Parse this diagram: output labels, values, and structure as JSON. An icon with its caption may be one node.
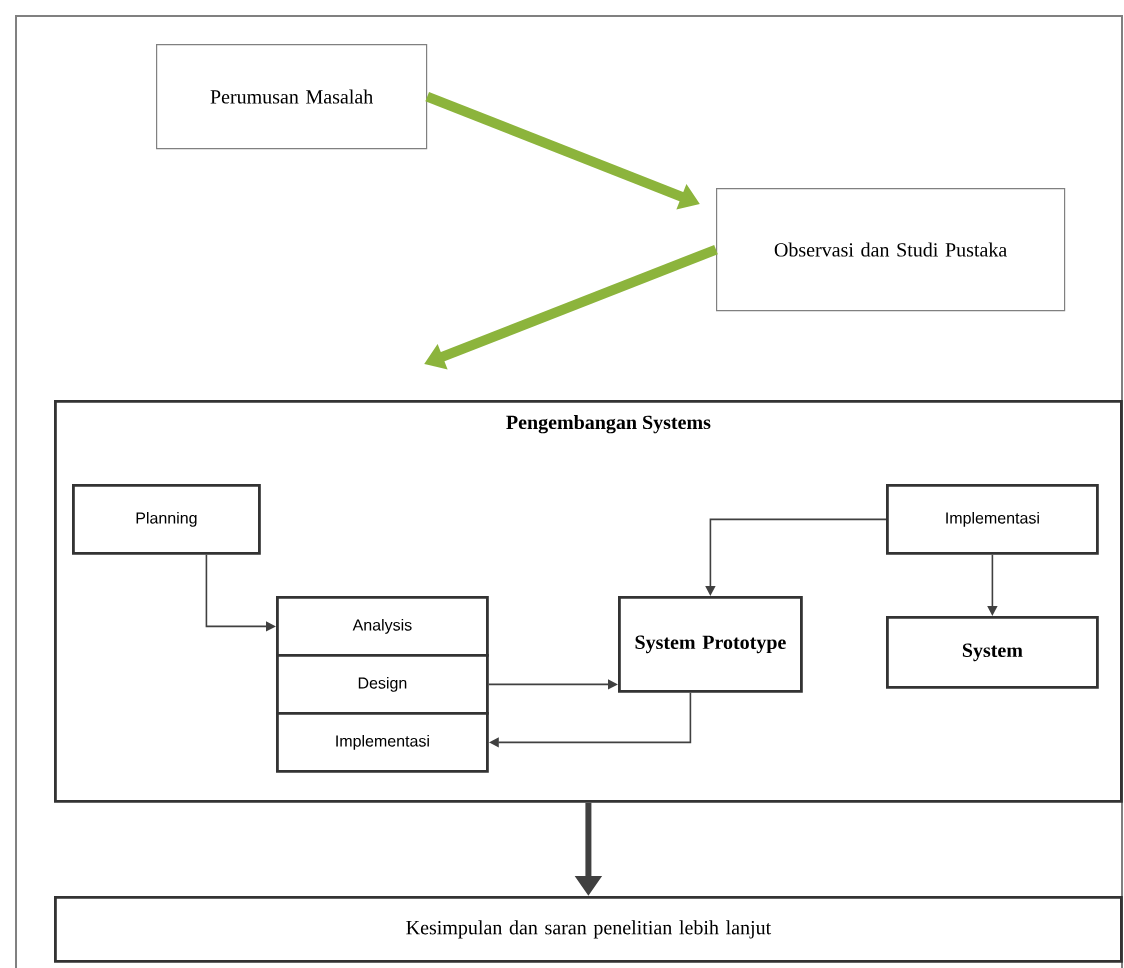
{
  "diagram": {
    "nodes": [
      {
        "text": [
          "Perumusan Masalah"
        ]
      },
      {
        "text": [
          "Observasi dan Studi Pustaka"
        ]
      },
      {
        "text": [
          "Pengembangan Systems"
        ]
      },
      {
        "text": [
          "Planning"
        ],
        "in": 2
      },
      {
        "text": [
          "Analysis"
        ],
        "in": 2
      },
      {
        "text": [
          "Design"
        ],
        "in": 2
      },
      {
        "text": [
          "Implementasi"
        ],
        "in": 2
      },
      {
        "text": [
          "System Prototype"
        ],
        "in": 2
      },
      {
        "text": [
          "Implementasi"
        ],
        "in": 2
      },
      {
        "text": [
          "System"
        ],
        "in": 2
      },
      {
        "text": [
          "Kesimpulan dan saran penelitian lebih lanjut"
        ]
      }
    ],
    "edges": [
      {
        "from": 0,
        "to": 1,
        "arrow": "to",
        "style": "thick",
        "color": "#8cb43c"
      },
      {
        "from": 1,
        "to": 2,
        "arrow": "to",
        "style": "thick",
        "color": "#8cb43c"
      },
      {
        "from": 3,
        "to": 4,
        "arrow": "to"
      },
      {
        "from": 5,
        "to": 7,
        "arrow": "to"
      },
      {
        "from": 7,
        "to": 6,
        "arrow": "to"
      },
      {
        "from": 8,
        "to": 7,
        "arrow": "to"
      },
      {
        "from": 8,
        "to": 9,
        "arrow": "to"
      },
      {
        "from": 2,
        "to": 10,
        "arrow": "to",
        "style": "thick"
      }
    ]
  }
}
